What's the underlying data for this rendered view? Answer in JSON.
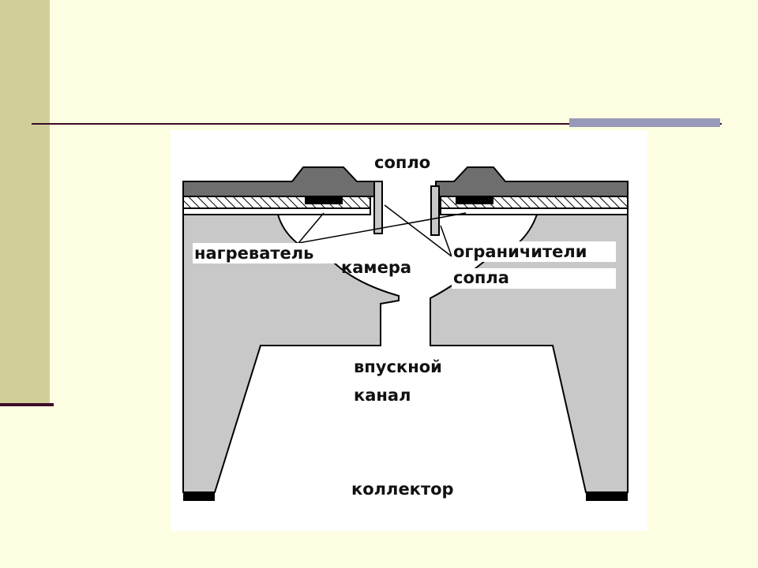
{
  "diagram": {
    "labels": {
      "nozzle": "сопло",
      "heater": "нагреватель",
      "chamber": "камера",
      "limiters_line1": "ограничители",
      "limiters_line2": "сопла",
      "inlet_line1": "впускной",
      "inlet_line2": "канал",
      "collector": "коллектор"
    },
    "colors": {
      "slide_background": "#fdfde1",
      "left_band": "#d1cf99",
      "accent_dark": "#3c0b2a",
      "accent_blue": "#9899b8",
      "substrate_gray": "#c8c8c8",
      "top_layer_gray": "#6e6e6e",
      "heater_black": "#000000"
    }
  }
}
